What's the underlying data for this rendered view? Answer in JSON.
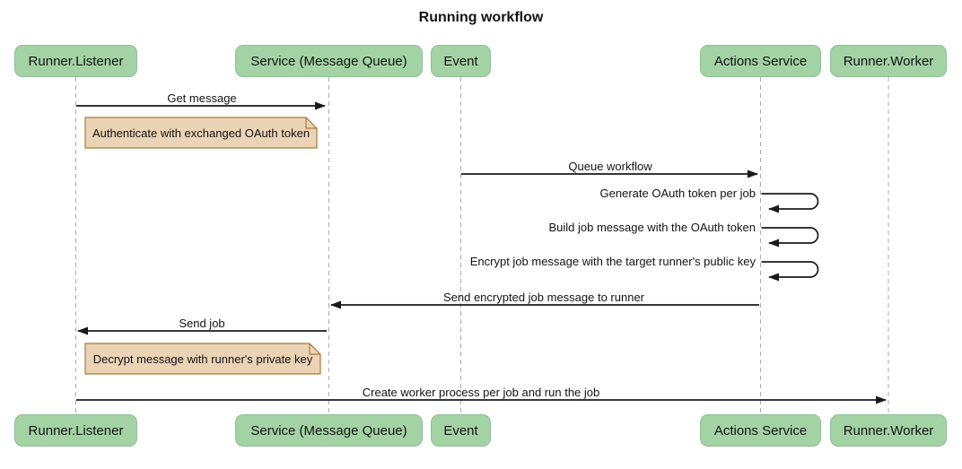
{
  "title": "Running workflow",
  "actors": [
    {
      "label": "Runner.Listener"
    },
    {
      "label": "Service (Message Queue)"
    },
    {
      "label": "Event"
    },
    {
      "label": "Actions Service"
    },
    {
      "label": "Runner.Worker"
    }
  ],
  "messages": [
    {
      "label": "Get message",
      "from": "Runner.Listener",
      "to": "Service (Message Queue)"
    },
    {
      "label": "Queue workflow",
      "from": "Event",
      "to": "Actions Service"
    },
    {
      "label": "Generate OAuth token per job",
      "from": "Actions Service",
      "to": "Actions Service"
    },
    {
      "label": "Build job message with the OAuth token",
      "from": "Actions Service",
      "to": "Actions Service"
    },
    {
      "label": "Encrypt job message with the target runner's public key",
      "from": "Actions Service",
      "to": "Actions Service"
    },
    {
      "label": "Send encrypted job message to runner",
      "from": "Actions Service",
      "to": "Service (Message Queue)"
    },
    {
      "label": "Send job",
      "from": "Service (Message Queue)",
      "to": "Runner.Listener"
    },
    {
      "label": "Create worker process per job and run the job",
      "from": "Runner.Listener",
      "to": "Runner.Worker"
    }
  ],
  "notes": [
    {
      "label": "Authenticate with exchanged OAuth token",
      "over": "Runner.Listener"
    },
    {
      "label": "Decrypt message with runner's private key",
      "over": "Runner.Listener"
    }
  ],
  "colors": {
    "actor_fill": "#A3D3A5",
    "actor_border": "#8FBF96",
    "note_fill": "#EBD3B5",
    "note_border": "#AA7A39",
    "lifeline": "#ABABAB",
    "arrow": "#1A1A1A",
    "text": "#131313",
    "background": "#FFFFFF"
  }
}
